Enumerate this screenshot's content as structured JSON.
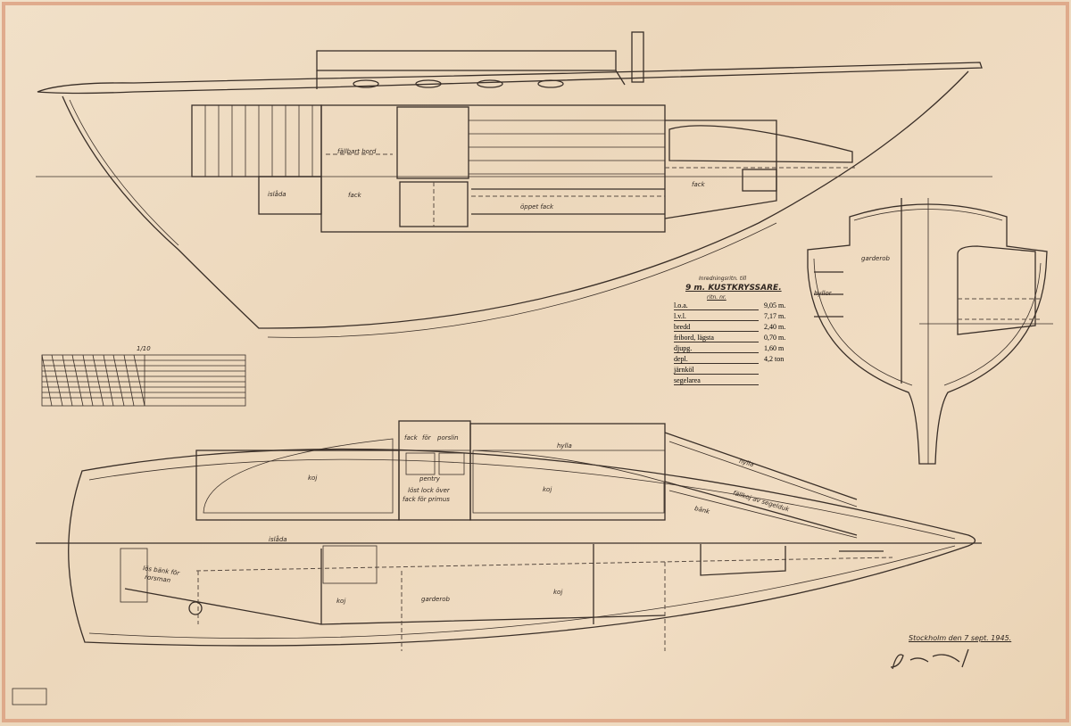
{
  "title_block": {
    "subtitle": "Inredningsritn. till",
    "title": "9 m. KUSTKRYSSARE.",
    "drawing_no_label": "ritn. nr.",
    "specs": [
      {
        "label": "l.o.a.",
        "value": "9,05 m."
      },
      {
        "label": "l.v.l.",
        "value": "7,17 m."
      },
      {
        "label": "bredd",
        "value": "2,40 m."
      },
      {
        "label": "fribord, lägsta",
        "value": "0,70 m."
      },
      {
        "label": "djupg.",
        "value": "1,60 m"
      },
      {
        "label": "depl.",
        "value": "4,2 ton"
      },
      {
        "label": "järnköl",
        "value": ""
      },
      {
        "label": "segelarea",
        "value": ""
      }
    ]
  },
  "place_date": "Stockholm den 7 sept. 1945.",
  "signature": "Jac M. Iversen / S.A.",
  "scale": "1/10",
  "profile_labels": {
    "fallbart_bord": "fällbart bord",
    "islada": "islåda",
    "fack1": "fack",
    "oppet_fack": "öppet fack",
    "fack2": "fack"
  },
  "section_labels": {
    "garderob": "garderob",
    "hyllor": "hyllor"
  },
  "plan_labels": {
    "fack_porslin_1": "fack",
    "fack_porslin_2": "för",
    "fack_porslin_3": "porslin",
    "pentry": "pentry",
    "primus_1": "löst lock över",
    "primus_2": "fack för primus",
    "koj_left": "koj",
    "koj_mid": "koj",
    "hylla1": "hylla",
    "hylla2": "hylla",
    "fallkoj": "fällkoj av segelduk",
    "bank": "bänk",
    "islada": "islåda",
    "los_bank_1": "lös bänk för",
    "los_bank_2": "rorsman",
    "koj_low": "koj",
    "garderob": "garderob",
    "koj_right": "koj"
  }
}
